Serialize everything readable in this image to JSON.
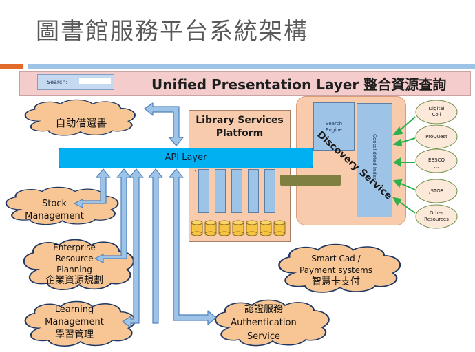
{
  "slide": {
    "title": "圖書館服務平台系統架構"
  },
  "presentation_layer": {
    "search_label": "Search:",
    "title": "Unified Presentation Layer 整合資源查詢"
  },
  "api_layer": {
    "label": "API Layer"
  },
  "library_services_platform": {
    "label_line1": "Library Services",
    "label_line2": "Platform",
    "tick": "`"
  },
  "discovery_service": {
    "label": "Discovery Service",
    "search_engine_line1": "Search",
    "search_engine_line2": "Engine",
    "index_label": "Consolidated Index"
  },
  "external_resources": [
    {
      "line1": "Digital",
      "line2": "Coll"
    },
    {
      "line1": "ProQuest",
      "line2": ""
    },
    {
      "line1": "EBSCO",
      "line2": "..."
    },
    {
      "line1": "JSTOR",
      "line2": ""
    },
    {
      "line1": "Other",
      "line2": "Resources"
    }
  ],
  "clouds": {
    "self_checkout": {
      "line1": "自助借還書"
    },
    "stock": {
      "line1": "Stock",
      "line2": "Management"
    },
    "erp": {
      "line1": "Enterprise",
      "line2": "Resource",
      "line3": "Planning",
      "line4": "企業資源規劃"
    },
    "learning": {
      "line1": "Learning",
      "line2": "Management",
      "line3": "學習管理"
    },
    "auth": {
      "line1": "認證服務",
      "line2": "Authentication",
      "line3": "Service"
    },
    "smart_card": {
      "line1": "Smart Cad /",
      "line2": "Payment systems",
      "line3": "智慧卡支付"
    }
  },
  "colors": {
    "cloud_fill": "#f7c694",
    "cloud_stroke": "#1f3864",
    "arrow_fill": "#9dc3e6",
    "arrow_stroke": "#4f81bd",
    "green_arrow": "#2bb24c",
    "api_blue": "#00b0f0"
  }
}
